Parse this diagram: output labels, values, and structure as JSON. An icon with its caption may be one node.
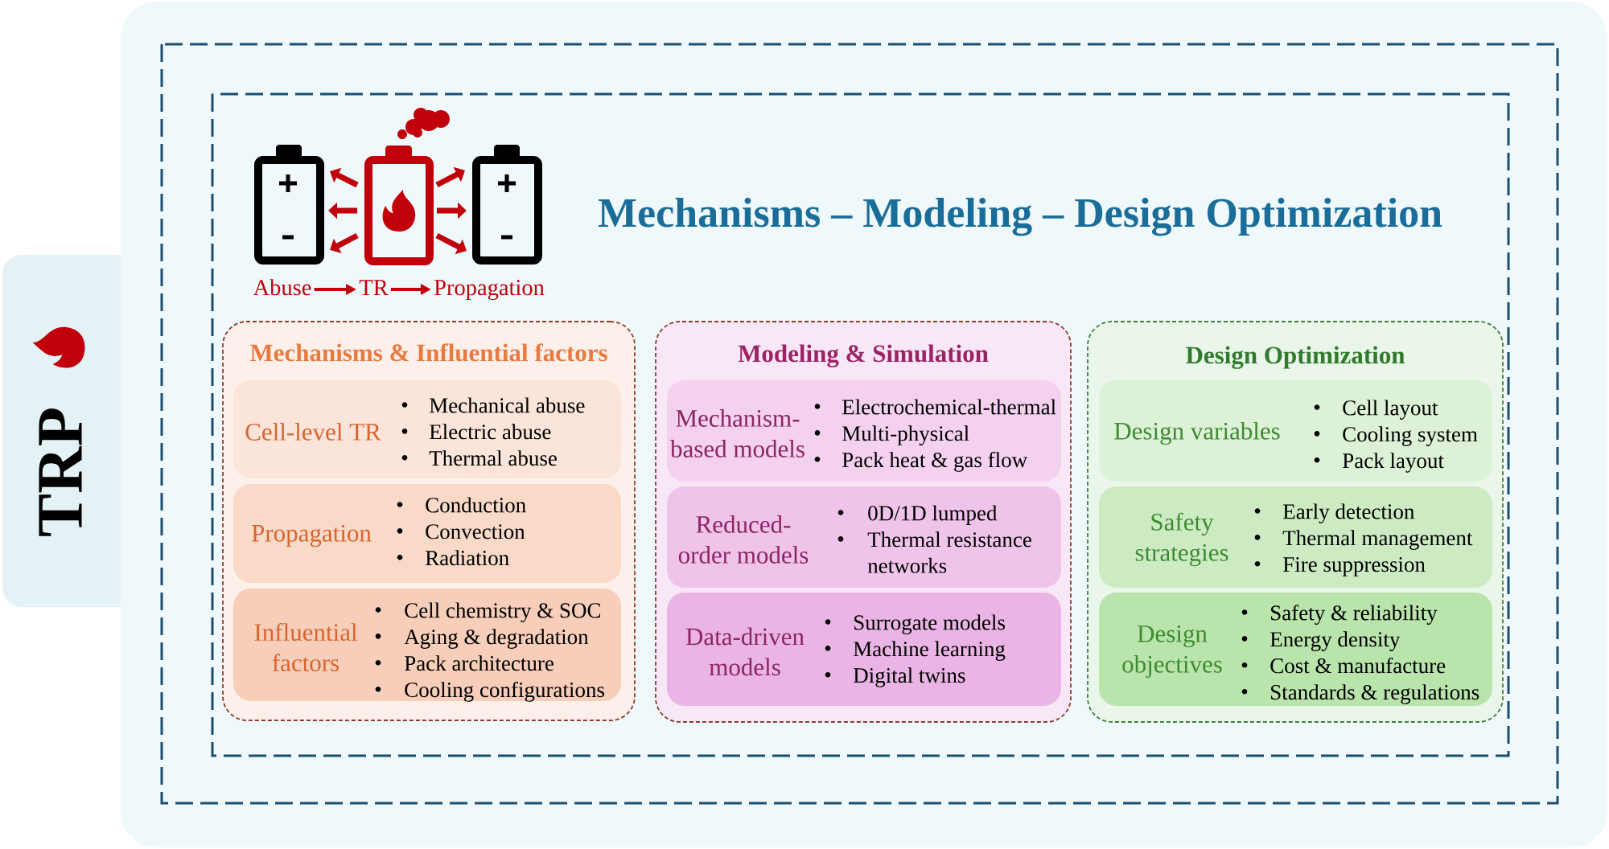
{
  "diagram": {
    "title": "Mechanisms – Modeling – Design Optimization",
    "nodes": [
      {
        "text": [
          "TRP"
        ]
      },
      {
        "text": [
          "Abuse"
        ]
      },
      {
        "text": [
          "TR"
        ]
      },
      {
        "text": [
          "Propagation"
        ]
      },
      {
        "text": [
          "Mechanisms & Influential factors"
        ]
      },
      {
        "text": [
          "Cell-level TR",
          "Mechanical abuse",
          "Electric abuse",
          "Thermal abuse"
        ],
        "in": 4
      },
      {
        "text": [
          "Propagation",
          "Conduction",
          "Convection",
          "Radiation"
        ],
        "in": 4
      },
      {
        "text": [
          "Influential factors",
          "Cell chemistry & SOC",
          "Aging & degradation",
          "Pack architecture",
          "Cooling configurations"
        ],
        "in": 4
      },
      {
        "text": [
          "Modeling & Simulation"
        ]
      },
      {
        "text": [
          "Mechanism-based models",
          "Electrochemical-thermal",
          "Multi-physical",
          "Pack heat & gas flow"
        ],
        "in": 8
      },
      {
        "text": [
          "Reduced-order models",
          "0D/1D lumped",
          "Thermal resistance networks"
        ],
        "in": 8
      },
      {
        "text": [
          "Data-driven models",
          "Surrogate models",
          "Machine learning",
          "Digital twins"
        ],
        "in": 8
      },
      {
        "text": [
          "Design Optimization"
        ]
      },
      {
        "text": [
          "Design variables",
          "Cell layout",
          "Cooling system",
          "Pack layout"
        ],
        "in": 12
      },
      {
        "text": [
          "Safety strategies",
          "Early detection",
          "Thermal management",
          "Fire suppression"
        ],
        "in": 12
      },
      {
        "text": [
          "Design objectives",
          "Safety & reliability",
          "Energy density",
          "Cost & manufacture",
          "Standards & regulations"
        ],
        "in": 12
      }
    ],
    "edges": [
      {
        "from": 1,
        "to": 2,
        "arrow": "to"
      },
      {
        "from": 2,
        "to": 3,
        "arrow": "to"
      }
    ]
  }
}
